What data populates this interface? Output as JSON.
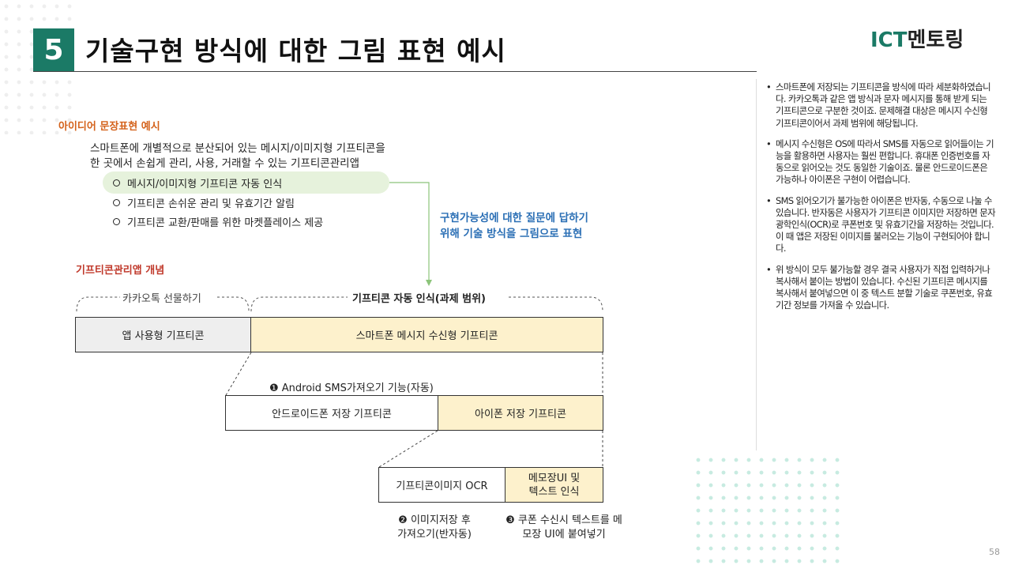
{
  "header": {
    "section_number": "5",
    "title": "기술구현 방식에 대한 그림 표현 예시",
    "logo_ict": "ICT",
    "logo_rest": "멘토링"
  },
  "left": {
    "idea_heading": "아이디어 문장표현 예시",
    "idea_line1": "스마트폰에 개별적으로 분산되어 있는 메시지/이미지형 기프티콘을",
    "idea_line2": "한 곳에서 손쉽게 관리, 사용, 거래할 수 있는 기프티콘관리앱",
    "items": [
      "메시지/이미지형 기프티콘 자동 인식",
      "기프티콘 손쉬운 관리 및 유효기간 알림",
      "기프티콘 교환/판매를 위한 마켓플레이스 제공"
    ],
    "callout_line1": "구현가능성에 대한 질문에 답하기",
    "callout_line2": "위해 기술 방식을 그림으로 표현",
    "concept_heading": "기프티콘관리앱 개념"
  },
  "diagram": {
    "brace_left": "카카오톡 선물하기",
    "brace_right": "기프티콘 자동 인식(과제 범위)",
    "box_app": "앱 사용형 기프티콘",
    "box_sms": "스마트폰 메시지 수신형 기프티콘",
    "step1": "❶ Android SMS가져오기 기능(자동)",
    "box_android": "안드로이드폰 저장 기프티콘",
    "box_iphone": "아이폰 저장 기프티콘",
    "box_ocr": "기프티콘이미지 OCR",
    "box_memo_line1": "메모장UI 및",
    "box_memo_line2": "텍스트 인식",
    "step2_line1": "❷ 이미지저장 후",
    "step2_line2": "가져오기(반자동)",
    "step3_line1": "❸ 쿠폰 수신시 텍스트를 메",
    "step3_line2": "모장 UI에 붙여넣기"
  },
  "right_panel": {
    "paragraphs": [
      "스마트폰에 저장되는 기프티콘을 방식에 따라 세분화하였습니다. 카카오톡과 같은 앱 방식과 문자 메시지를 통해 받게 되는 기프티콘으로 구분한 것이죠. 문제해결 대상은 메시지 수신형 기프티콘이어서 과제 범위에 해당됩니다.",
      "메시지 수신형은 OS에 따라서 SMS를 자동으로 읽어들이는 기능을 활용하면 사용자는 훨씬 편합니다. 휴대폰 인증번호를 자동으로 읽어오는 것도 동일한 기술이죠. 물론 안드로이드폰은 가능하나 아이폰은 구현이 어렵습니다.",
      "SMS 읽어오기가 불가능한 아이폰은 반자동, 수동으로 나눌 수 있습니다. 반자동은 사용자가 기프티콘 이미지만 저장하면 문자광학인식(OCR)로 쿠폰번호 및 유효기간을 저장하는 것입니다. 이 때 앱은 저장된 이미지를 불러오는 기능이 구현되어야 합니다.",
      "위 방식이 모두 불가능할 경우 결국 사용자가 직접 입력하거나 복사해서 붙이는 방법이 있습니다. 수신된 기프티콘 메시지를 복사해서 붙여넣으면 이 중 텍스트 분할 기술로 쿠폰번호, 유효기간 정보를 가져올 수 있습니다."
    ]
  },
  "footer": {
    "page_number": "58"
  },
  "colors": {
    "accent": "#1b7a66",
    "callout": "#2b6fb5",
    "highlight": "#e6f2dc",
    "yellow_box": "#fdf1cc"
  }
}
